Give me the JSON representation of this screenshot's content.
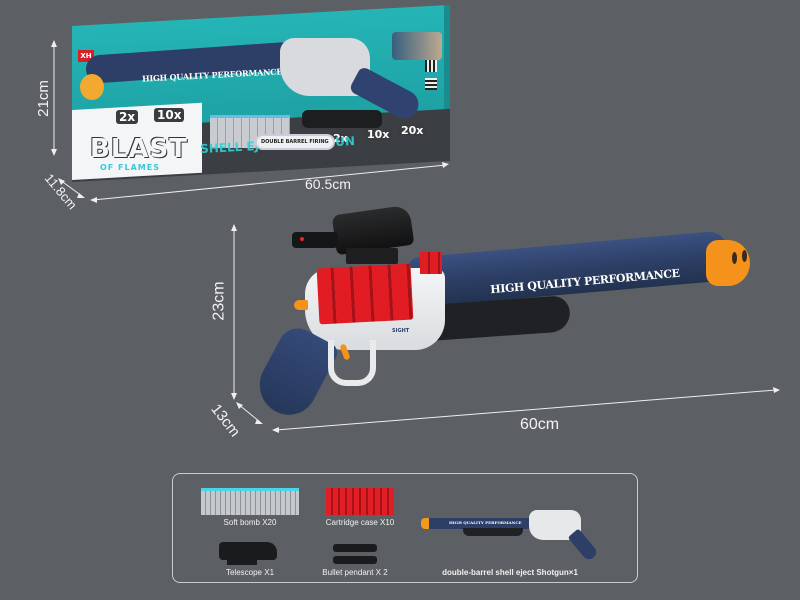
{
  "background_color": "#5c6064",
  "package": {
    "brand_logo": "XH",
    "title": "BLAST",
    "subtitle": "OF FLAMES",
    "product_line": "SHELL EJECT SHOTGUN",
    "badge": "DOUBLE BARREL FIRING",
    "barrel_text": "HIGH QUALITY PERFORMANCE",
    "callouts": [
      "2x",
      "10x",
      "2x",
      "10x",
      "20x"
    ],
    "dimensions": {
      "height": "21cm",
      "width": "60.5cm",
      "depth": "11.8cm"
    }
  },
  "product": {
    "barrel_text": "HIGH QUALITY PERFORMANCE",
    "side_label": "SIGHT",
    "dimensions": {
      "height": "23cm",
      "width": "60cm",
      "depth": "13cm"
    }
  },
  "contents": {
    "items": [
      {
        "label": "Soft bomb X20"
      },
      {
        "label": "Cartridge case X10"
      },
      {
        "label": "Telescope X1"
      },
      {
        "label": "Bullet pendant X 2"
      },
      {
        "label": "double-barrel shell eject Shotgun×1"
      }
    ],
    "mini_barrel_text": "HIGH QUALITY PERFORMANCE"
  },
  "colors": {
    "navy": "#2d3f66",
    "orange": "#f39a1e",
    "teal": "#22b0b1",
    "red": "#e02424",
    "white": "#eef0f2",
    "dark": "#2a2c2f"
  }
}
